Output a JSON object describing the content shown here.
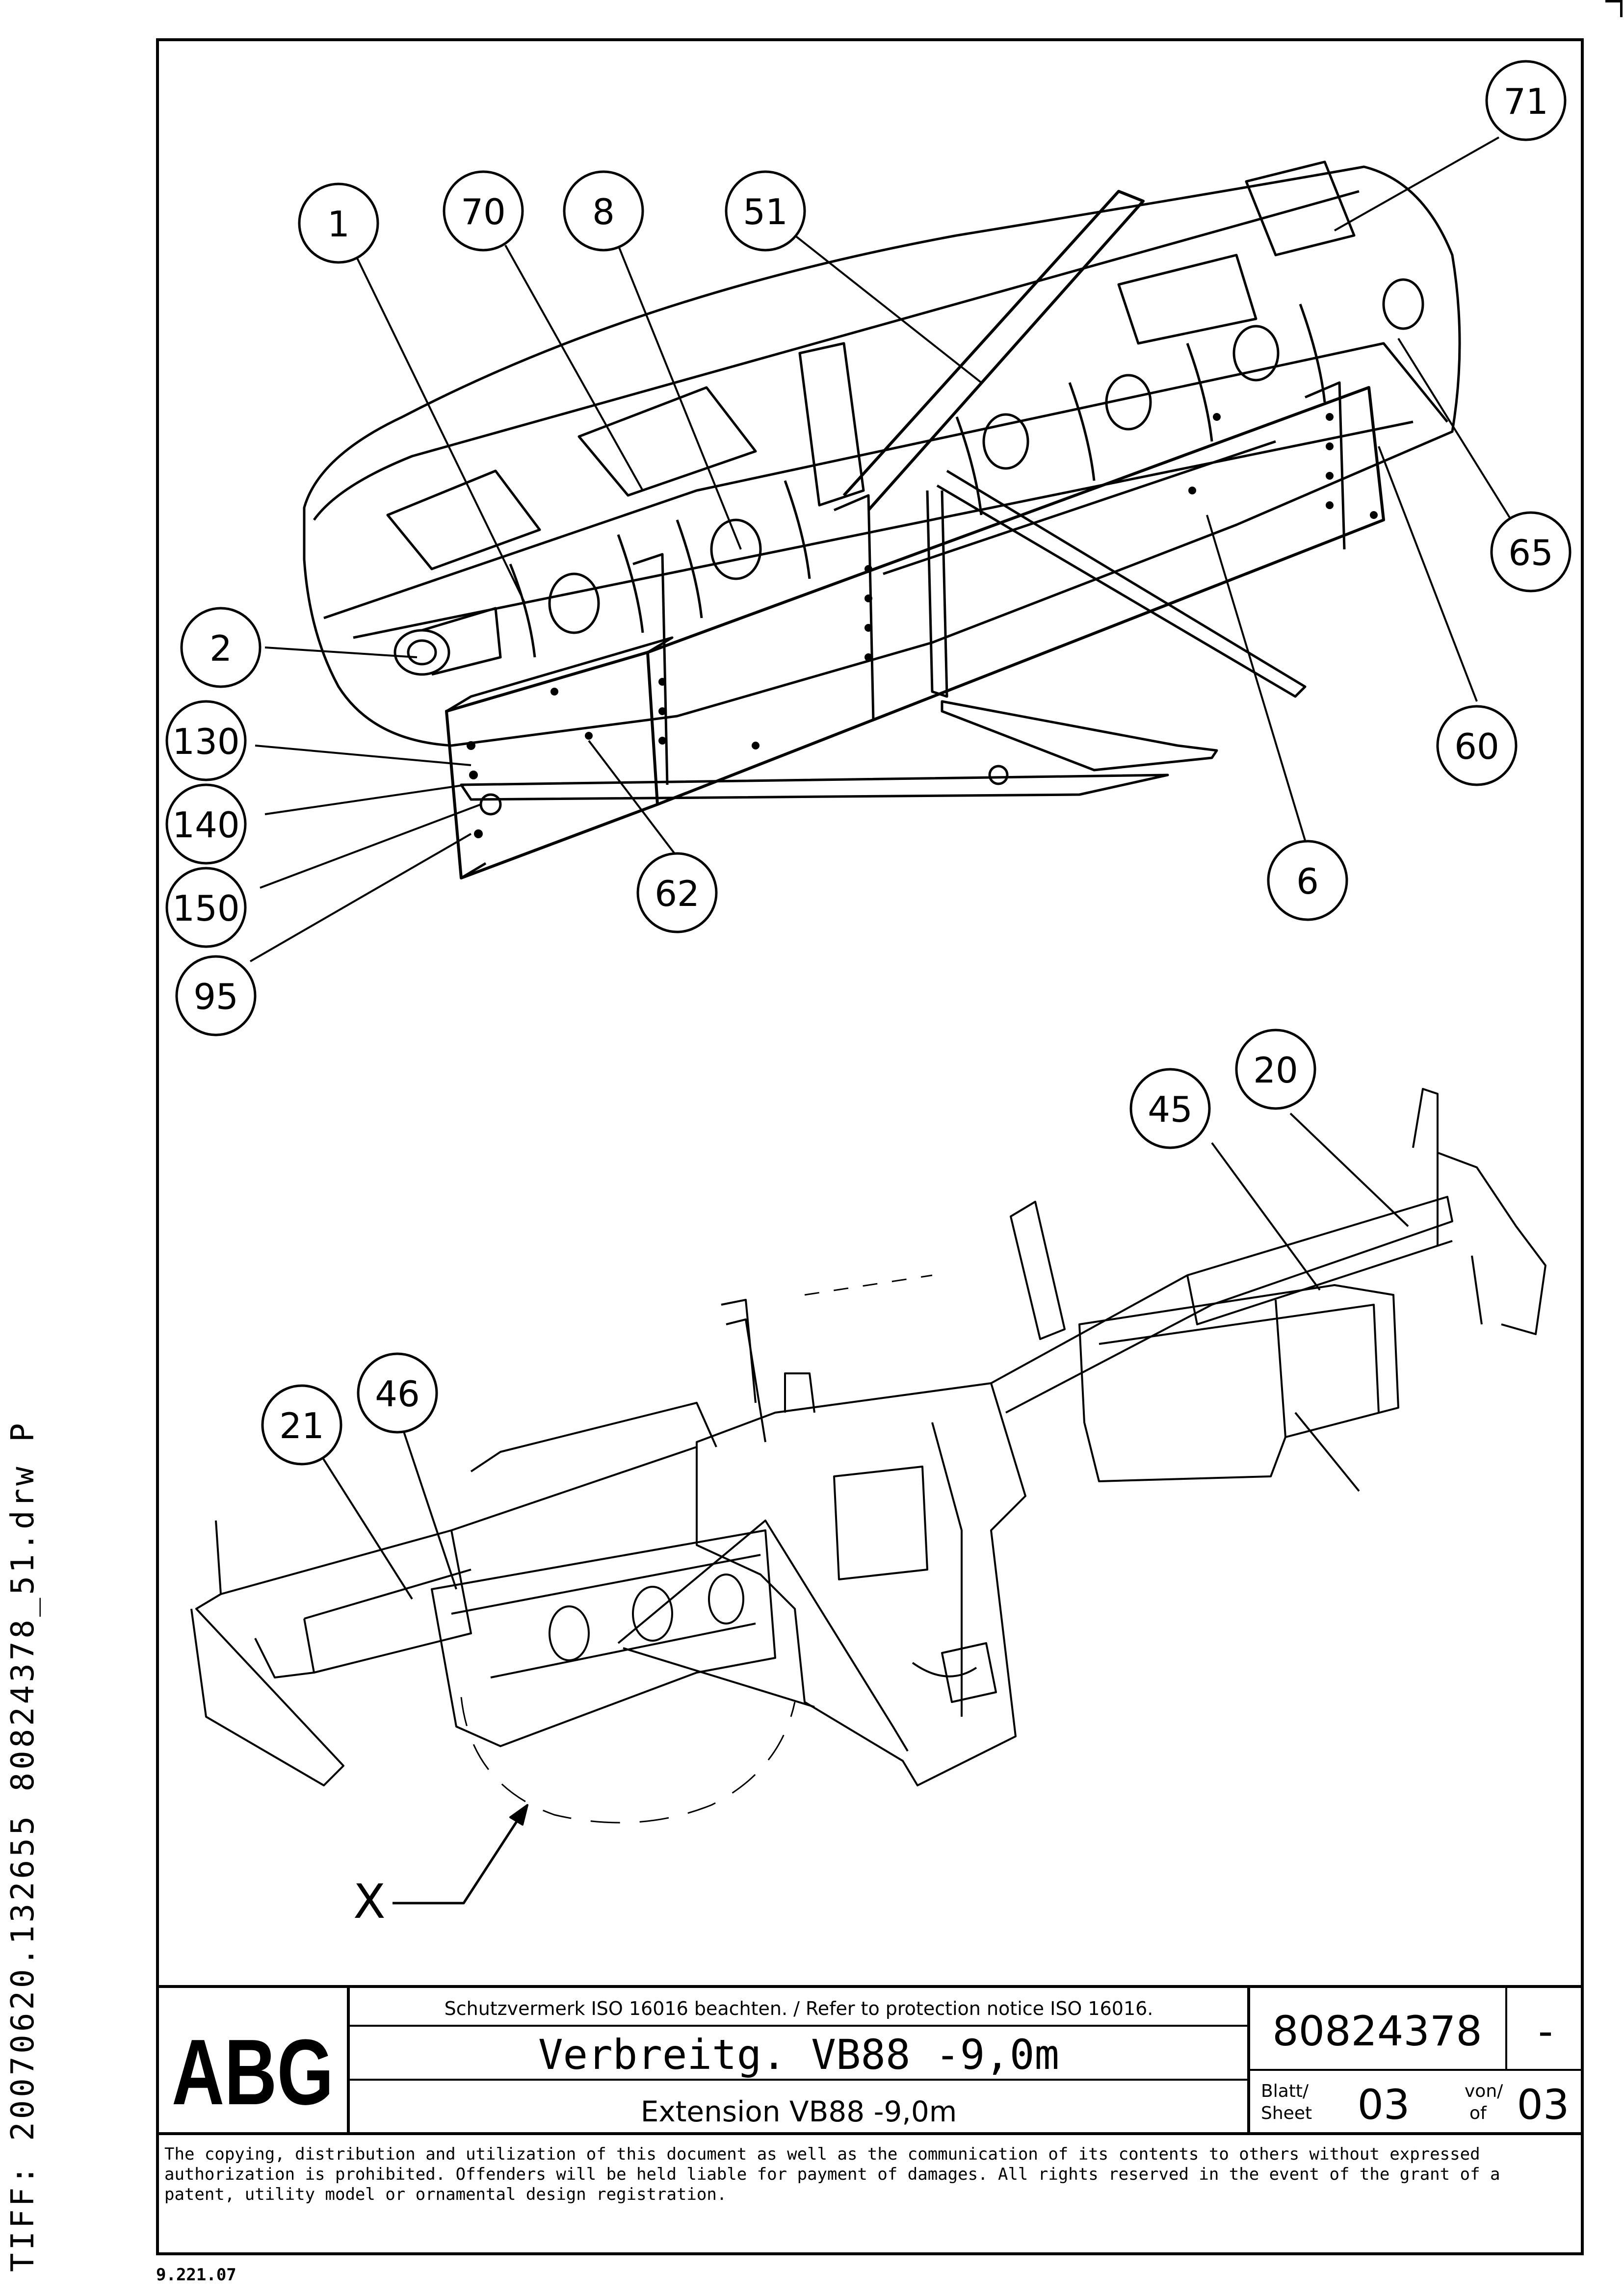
{
  "side_label": "TIFF:  20070620.132655 80824378_51.drw P",
  "footer_code": "9.221.07",
  "callouts": [
    "1",
    "70",
    "8",
    "51",
    "71",
    "2",
    "65",
    "130",
    "140",
    "150",
    "95",
    "62",
    "6",
    "60",
    "20",
    "45",
    "46",
    "21"
  ],
  "detail_marker": "X",
  "title_block": {
    "logo": "ABG",
    "protection_notice": "Schutzvermerk ISO 16016 beachten. / Refer to protection notice ISO 16016.",
    "title_de": "Verbreitg. VB88 -9,0m",
    "title_en": "Extension VB88 -9,0m",
    "drawing_number": "80824378",
    "revision": "-",
    "sheet_label_de": "Blatt/",
    "sheet_label_en": "Sheet",
    "sheet_number": "03",
    "of_label_de": "von/",
    "of_label_en": "of",
    "sheet_total": "03"
  },
  "copyright_notice": "The copying, distribution and utilization of this document as well as the communication of its contents to others without expressed authorization is prohibited. Offenders will be held liable for payment of damages. All rights reserved in the event of the grant of a patent, utility model or ornamental design registration."
}
